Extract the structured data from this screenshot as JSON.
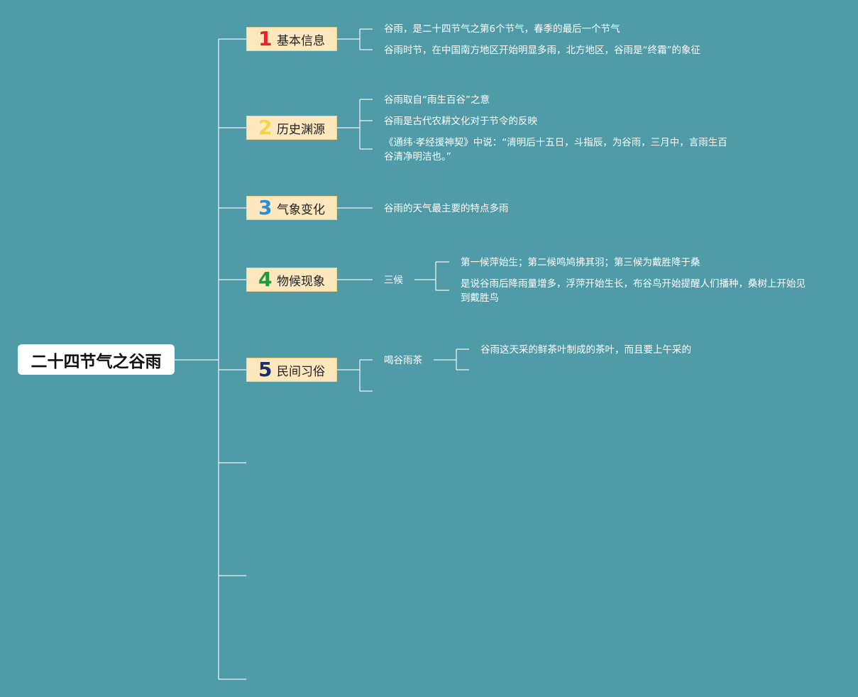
{
  "root": {
    "title": "二十四节气之谷雨"
  },
  "topics": [
    {
      "number": "1",
      "color": "#e3232b",
      "label": "基本信息",
      "leaves": [
        "谷雨，是二十四节气之第6个节气，春季的最后一个节气",
        "谷雨时节，在中国南方地区开始明显多雨，北方地区，谷雨是“终霜”的象征"
      ]
    },
    {
      "number": "2",
      "color": "#f4d44c",
      "label": "历史渊源",
      "leaves": [
        "谷雨取自“雨生百谷”之意",
        "谷雨是古代农耕文化对于节令的反映",
        "《通纬·孝经援神契》中说：“清明后十五日，斗指辰，为谷雨，三月中，言雨生百谷清净明洁也。”"
      ]
    },
    {
      "number": "3",
      "color": "#2a8fd8",
      "label": "气象变化",
      "leaves": [
        "谷雨的天气最主要的特点多雨"
      ]
    },
    {
      "number": "4",
      "color": "#1f9a3c",
      "label": "物候现象",
      "sub": {
        "label": "三候",
        "leaves": [
          "第一候萍始生；第二候鸣鸠拂其羽；第三候为戴胜降于桑",
          "是说谷雨后降雨量增多，浮萍开始生长，布谷鸟开始提醒人们播种，桑树上开始见到戴胜鸟"
        ]
      }
    },
    {
      "number": "5",
      "color": "#1b2f6e",
      "label": "民间习俗",
      "sub": {
        "label": "喝谷雨茶",
        "leaves": [
          "谷雨这天采的鲜茶叶制成的茶叶，而且要上午采的"
        ]
      }
    }
  ]
}
